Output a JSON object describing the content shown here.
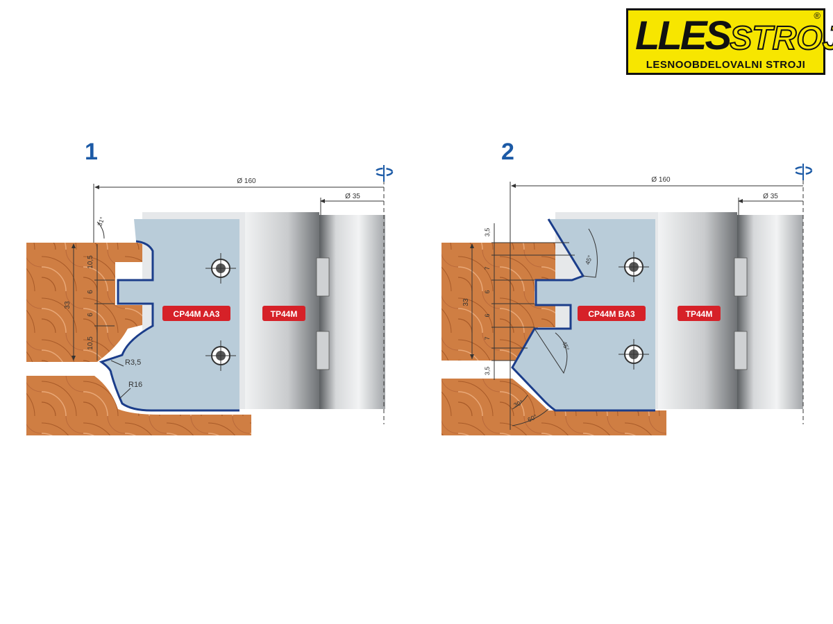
{
  "logo": {
    "brand_main": "LLES",
    "brand_suffix": "STROJ",
    "registered": "®",
    "tagline": "LESNOOBDELOVALNI STROJI"
  },
  "figure1": {
    "number": "1",
    "diameter_outer": "Ø 160",
    "diameter_bore": "Ø 35",
    "cutter_label": "CP44M AA3",
    "body_label": "TP44M",
    "height_total": "33",
    "segments": [
      "10,5",
      "6",
      "6",
      "10,5"
    ],
    "angle": "31°",
    "radius_small": "R3,5",
    "radius_large": "R16"
  },
  "figure2": {
    "number": "2",
    "diameter_outer": "Ø 160",
    "diameter_bore": "Ø 35",
    "cutter_label": "CP44M  BA3",
    "body_label": "TP44M",
    "height_total": "33",
    "segments": [
      "3,5",
      "7",
      "6",
      "6",
      "7",
      "3,5"
    ],
    "angle_top": "45°",
    "angle_mid": "45°",
    "angle_30": "30°",
    "angle_60": "60°"
  },
  "colors": {
    "wood": "#cf7e43",
    "blade": "#b9ccd9",
    "body": "#e1e3e5",
    "red_label": "#d62128",
    "profile_line": "#1b3d8a",
    "figure_number": "#1c5aa6"
  }
}
